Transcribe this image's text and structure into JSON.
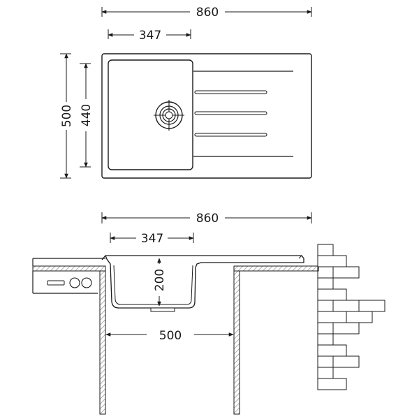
{
  "top_view": {
    "overall_width": "860",
    "bowl_width": "347",
    "overall_depth": "500",
    "bowl_depth": "440"
  },
  "section_view": {
    "overall_width": "860",
    "bowl_width": "347",
    "bowl_height": "200",
    "cabinet_width": "500"
  },
  "colors": {
    "line": "#1a1a1a",
    "hatch": "#9a9a9a",
    "brick": "#ffffff"
  }
}
